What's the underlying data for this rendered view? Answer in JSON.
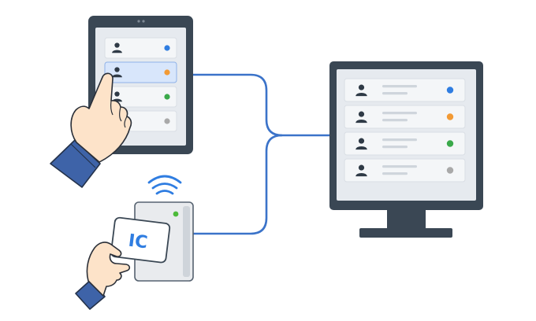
{
  "card": {
    "label": "IC"
  },
  "colors": {
    "device_frame": "#3a4754",
    "screen_bg": "#e6eaef",
    "row_bg": "#f4f6f8",
    "row_selected": "#d8e6fb",
    "connector": "#3b73c9",
    "person_icon": "#2f3a46",
    "placeholder_line": "#cfd5dc",
    "status_blue": "#2f7de1",
    "status_orange": "#f29a35",
    "status_green": "#3aa94a",
    "status_gray": "#a9a9a9",
    "card_text": "#2f7de1",
    "reader_body": "#e9ebee",
    "reader_led": "#4cbb3a",
    "sleeve": "#3e63a8",
    "skin": "#fde3c9"
  },
  "icons": [
    "person-icon",
    "wifi-signal-icon",
    "status-dot-icon"
  ],
  "tablet": {
    "selected_row": 1,
    "rows": [
      {
        "status": "blue"
      },
      {
        "status": "orange"
      },
      {
        "status": "green"
      },
      {
        "status": "gray"
      }
    ]
  },
  "monitor": {
    "rows": [
      {
        "status": "blue"
      },
      {
        "status": "orange"
      },
      {
        "status": "green"
      },
      {
        "status": "gray"
      }
    ]
  }
}
